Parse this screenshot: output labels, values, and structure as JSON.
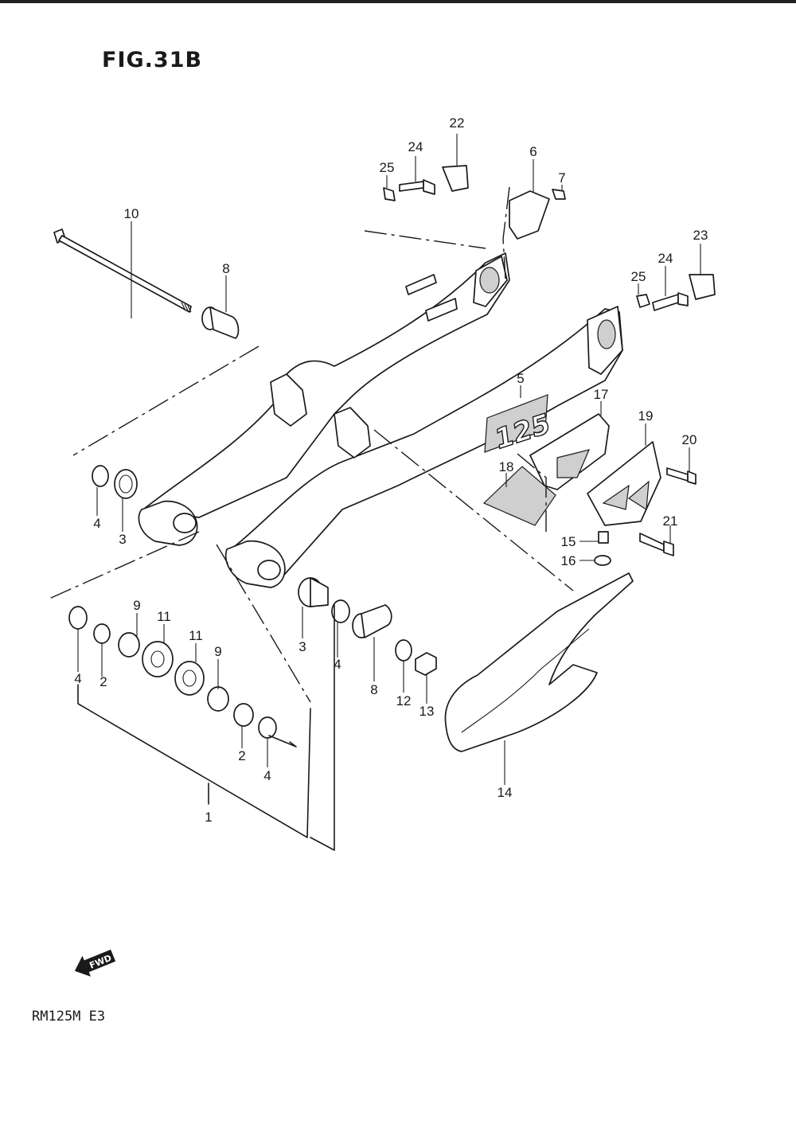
{
  "figure_title": "FIG.31B",
  "model_code": "RM125M E3",
  "swingarm_decal": "125",
  "fwd_badge": "FWD",
  "callouts": [
    "1",
    "2",
    "2",
    "3",
    "3",
    "4",
    "4",
    "4",
    "4",
    "5",
    "6",
    "7",
    "8",
    "8",
    "9",
    "9",
    "10",
    "11",
    "11",
    "12",
    "13",
    "14",
    "15",
    "16",
    "17",
    "18",
    "19",
    "20",
    "21",
    "22",
    "23",
    "24",
    "24",
    "25",
    "25"
  ]
}
